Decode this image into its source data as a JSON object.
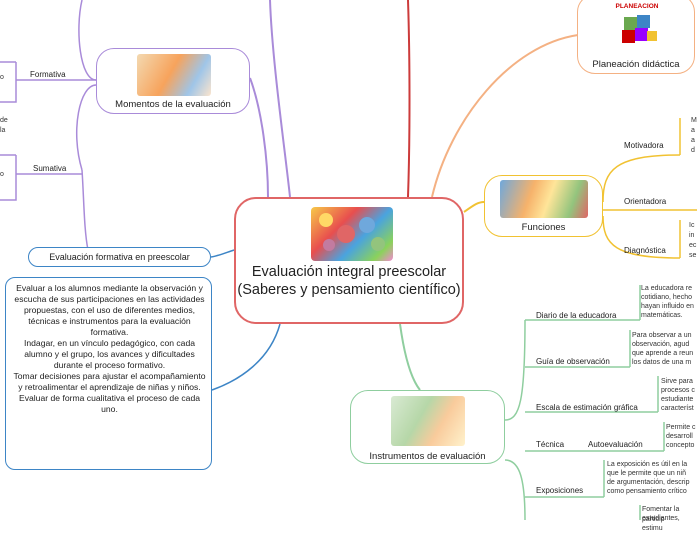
{
  "center": {
    "title": "Evaluación integral preescolar (Saberes y pensamiento científico)"
  },
  "momentos": {
    "title": "Momentos de la evaluación",
    "branches": [
      "Formativa",
      "Sumativa"
    ],
    "left_fragments": [
      "o",
      "de",
      "la",
      "o"
    ]
  },
  "planeacion": {
    "title": "Planeación didáctica",
    "logo_text": "PLANEACION"
  },
  "funciones": {
    "title": "Funciones",
    "items": [
      "Motivadora",
      "Orientadora",
      "Diagnóstica"
    ],
    "motivadora_text": [
      "M",
      "a",
      "a",
      "d"
    ],
    "diagnostica_text": [
      "Ic",
      "in",
      "ec",
      "se"
    ]
  },
  "formativa_preescolar": {
    "title": "Evaluación formativa en preescolar"
  },
  "descripcion": {
    "text": "Evaluar a los alumnos mediante la observación y escucha de sus participaciones en las actividades propuestas, con el uso de diferentes medios, técnicas e instrumentos para la evaluación formativa.\nIndagar, en un vínculo pedagógico, con cada alumno y el grupo, los avances y dificultades durante el proceso formativo.\nTomar decisiones para ajustar el acompañamiento y retroalimentar el aprendizaje de niñas y niños. Evaluar de forma cualitativa el proceso de cada uno."
  },
  "instrumentos": {
    "title": "Instrumentos de evaluación",
    "items": [
      {
        "label": "Diario de la educadora",
        "desc": [
          "La educadora re",
          "cotidiano, hecho",
          "hayan influido en",
          "matemáticas."
        ]
      },
      {
        "label": "Guía de observación",
        "desc": [
          "Para observar a un",
          "observación, agud",
          "que aprende a reun",
          "los datos de una m"
        ]
      },
      {
        "label": "Escala de estimación gráfica",
        "desc": [
          "Sirve para",
          "procesos c",
          "estudiante",
          "característ"
        ]
      },
      {
        "label": "Técnica",
        "sub": "Autoevaluación",
        "desc": [
          "Permite c",
          "desarroll",
          "concepto"
        ]
      },
      {
        "label": "Exposiciones",
        "desc": [
          "La exposición es útil en la",
          "que le permite que un niñ",
          "de argumentación, descrip",
          "como pensamiento crítico"
        ]
      },
      {
        "label": "",
        "desc": [
          "Fomentar la particip",
          "estudiantes, estimu"
        ]
      }
    ]
  }
}
